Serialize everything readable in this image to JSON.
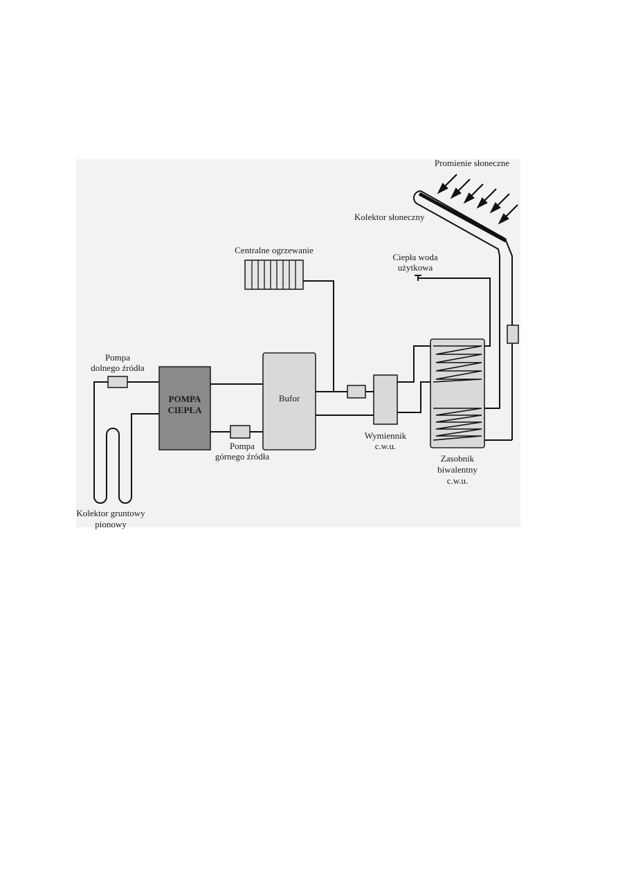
{
  "diagram": {
    "labels": {
      "sun_rays": "Promienie słoneczne",
      "solar_collector": "Kolektor słoneczny",
      "central_heating": "Centralne ogrzewanie",
      "hot_water_1": "Ciepła woda",
      "hot_water_2": "użytkowa",
      "lower_pump_1": "Pompa",
      "lower_pump_2": "dolnego źródła",
      "heat_pump_1": "POMPA",
      "heat_pump_2": "CIEPŁA",
      "buffer": "Bufor",
      "upper_pump_1": "Pompa",
      "upper_pump_2": "górnego źródła",
      "exchanger_1": "Wymiennik",
      "exchanger_2": "c.w.u.",
      "tank_1": "Zasobnik",
      "tank_2": "biwalentny",
      "tank_3": "c.w.u.",
      "ground_collector_1": "Kolektor gruntowy",
      "ground_collector_2": "pionowy"
    },
    "colors": {
      "background_panel": "#f2f2f2",
      "heat_pump_fill": "#8a8a8a",
      "component_fill": "#d9d9d9",
      "line": "#111111"
    }
  }
}
